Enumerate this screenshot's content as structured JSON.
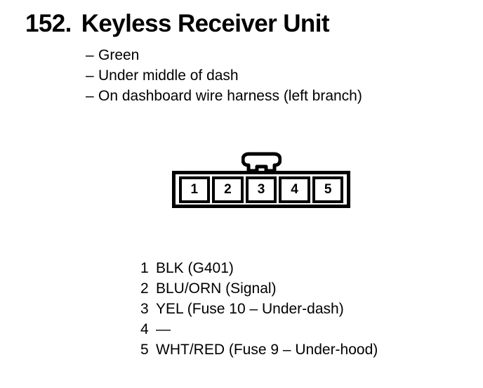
{
  "header": {
    "number": "152.",
    "title": "Keyless Receiver Unit",
    "full_title": "152. Keyless Receiver Unit"
  },
  "notes": {
    "dash": "–",
    "items": [
      {
        "text": "Green"
      },
      {
        "text": "Under middle of dash"
      },
      {
        "text": "On dashboard wire harness (left branch)"
      }
    ]
  },
  "connector": {
    "type": "5-pin connector",
    "latch": "latch-tab",
    "pins": [
      {
        "number": "1"
      },
      {
        "number": "2"
      },
      {
        "number": "3"
      },
      {
        "number": "4"
      },
      {
        "number": "5"
      }
    ]
  },
  "pin_legend": [
    {
      "number": "1",
      "description": "BLK (G401)"
    },
    {
      "number": "2",
      "description": "BLU/ORN (Signal)"
    },
    {
      "number": "3",
      "description": "YEL (Fuse 10 – Under-dash)"
    },
    {
      "number": "4",
      "description": "—"
    },
    {
      "number": "5",
      "description": "WHT/RED (Fuse 9 – Under-hood)"
    }
  ],
  "colors": {
    "background": "#ffffff",
    "ink": "#000000"
  }
}
